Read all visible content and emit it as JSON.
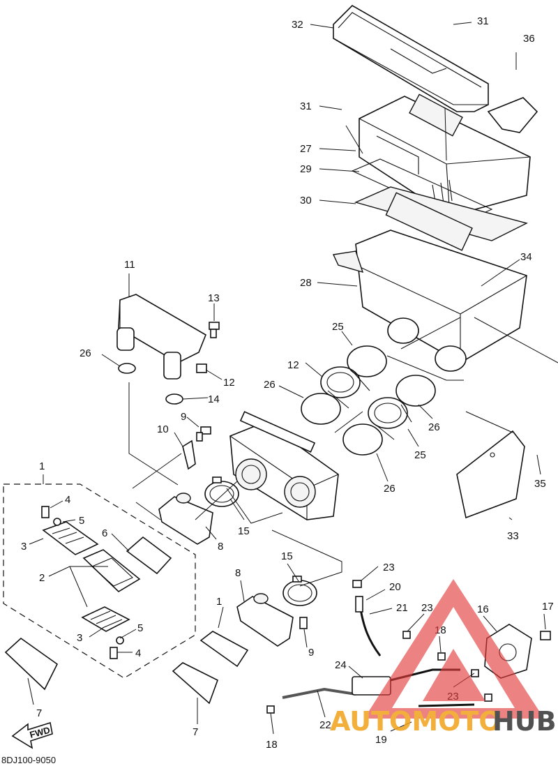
{
  "drawing_code": "8DJ100-9050",
  "fwd_arrow": "FWD",
  "watermark": {
    "brand_a": "AUTOMOTO",
    "brand_b": "HUB",
    "color_a": "#f2a21b",
    "color_b": "#333333",
    "logo_color": "#e23b3b"
  },
  "callouts": [
    "32",
    "31",
    "36",
    "31",
    "27",
    "29",
    "30",
    "34",
    "28",
    "11",
    "13",
    "26",
    "12",
    "14",
    "25",
    "12",
    "26",
    "9",
    "10",
    "26",
    "25",
    "26",
    "35",
    "1",
    "4",
    "5",
    "3",
    "6",
    "15",
    "8",
    "33",
    "2",
    "15",
    "8",
    "23",
    "20",
    "21",
    "23",
    "16",
    "17",
    "5",
    "3",
    "4",
    "1",
    "18",
    "9",
    "7",
    "24",
    "7",
    "22",
    "23",
    "18",
    "19"
  ]
}
